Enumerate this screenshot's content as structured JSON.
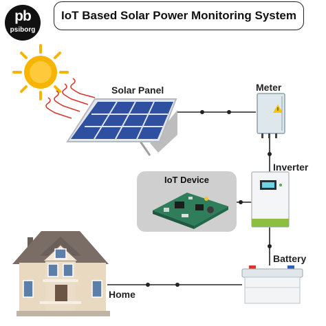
{
  "logo": {
    "mark": "pb",
    "name": "psiborg"
  },
  "title": "IoT Based Solar Power Monitoring System",
  "labels": {
    "solar_panel": "Solar Panel",
    "meter": "Meter",
    "inverter": "Inverter",
    "iot_device": "IoT Device",
    "battery": "Battery",
    "home": "Home"
  },
  "colors": {
    "line": "#222222",
    "sun": "#f7b500",
    "panel": "#2f4fa0",
    "house_wall": "#e9d9c0",
    "roof": "#7a6d66",
    "device_box": "#cfcfcf",
    "pcb": "#2f7d5b",
    "battery_red": "#d9362b",
    "battery_blue": "#2d5fb8"
  },
  "icons": [
    "sun-icon",
    "solar-panel-icon",
    "meter-icon",
    "inverter-icon",
    "circuit-board-icon",
    "battery-icon",
    "house-icon"
  ]
}
